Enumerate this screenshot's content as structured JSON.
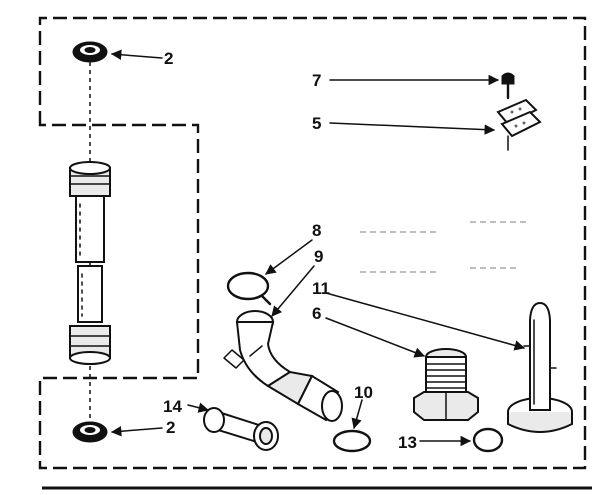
{
  "labels": {
    "part_2_top": "2",
    "part_2_bottom": "2",
    "part_5": "5",
    "part_6": "6",
    "part_7": "7",
    "part_8": "8",
    "part_9": "9",
    "part_10": "10",
    "part_11": "11",
    "part_13": "13",
    "part_14": "14"
  }
}
